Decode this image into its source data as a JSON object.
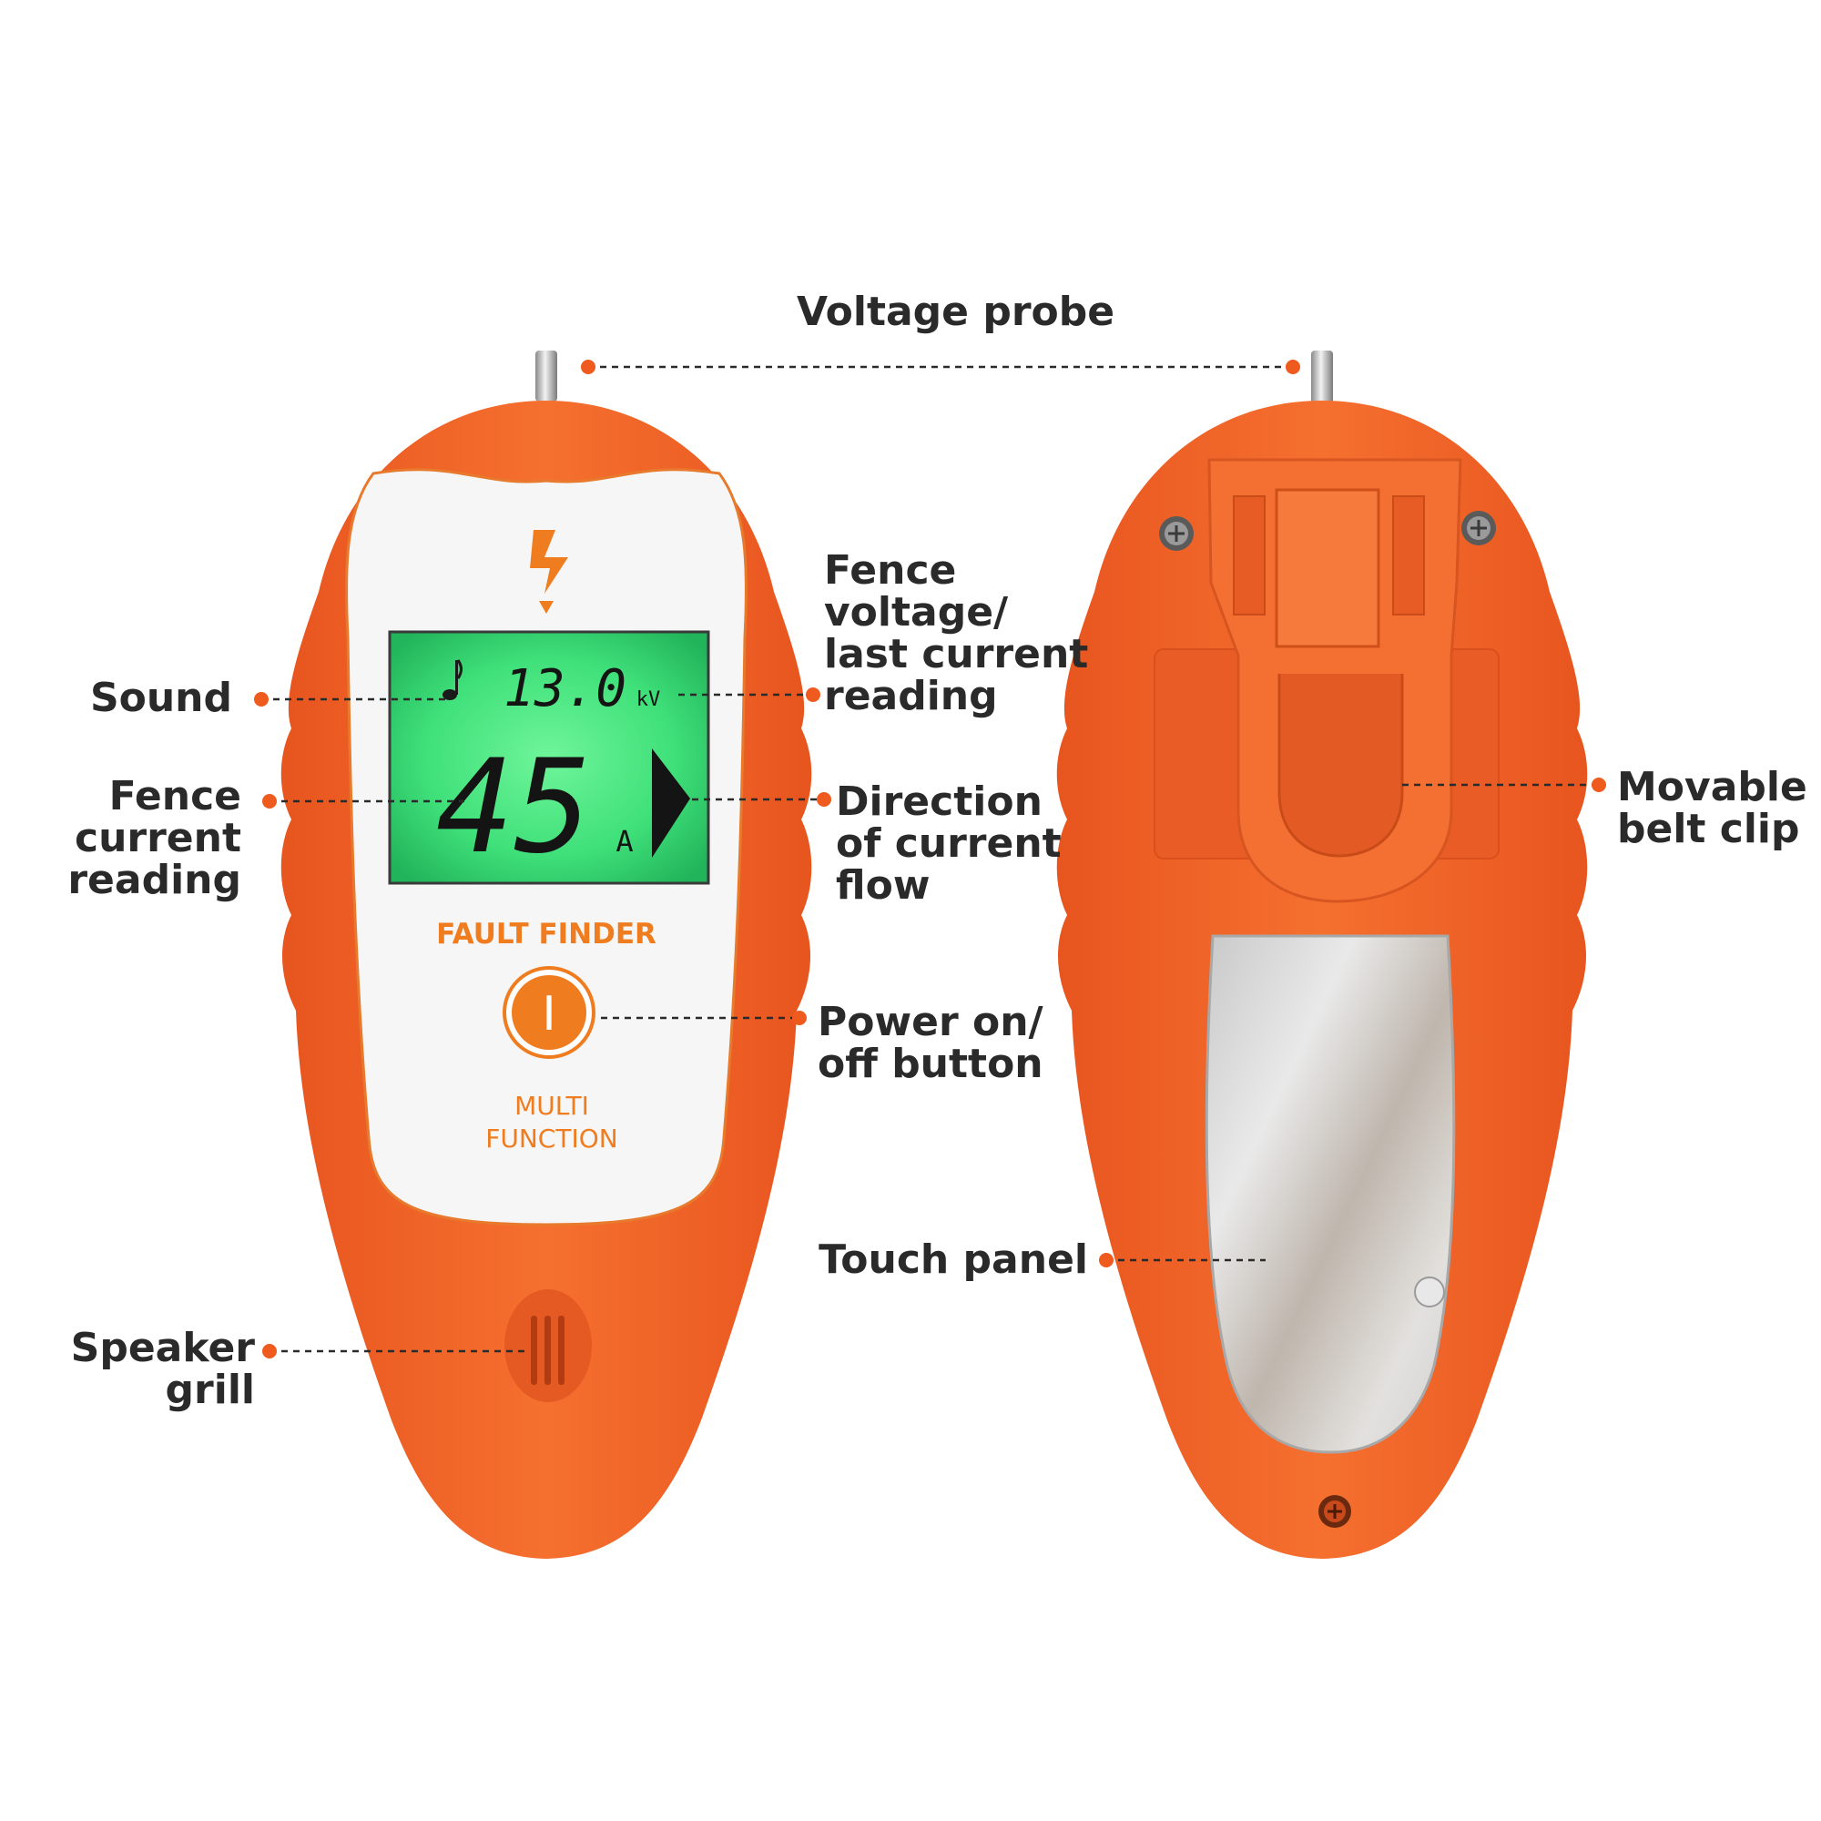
{
  "device": {
    "brand_text": "FAULT FINDER",
    "mode_text": [
      "MULTI",
      "FUNCTION"
    ],
    "power_symbol": "I"
  },
  "lcd": {
    "top_value": "13.0",
    "top_unit": "kV",
    "main_value": "45",
    "main_unit": "A",
    "sound_icon": "music-note-icon",
    "direction_icon": "right-triangle-icon"
  },
  "callouts": {
    "voltage_probe": [
      "Voltage probe"
    ],
    "sound": [
      "Sound"
    ],
    "fence_voltage": [
      "Fence",
      "voltage/",
      "last current",
      "reading"
    ],
    "fence_current": [
      "Fence",
      "current",
      "reading"
    ],
    "direction": [
      "Direction",
      "of current",
      "flow"
    ],
    "power_button": [
      "Power on/",
      "off button"
    ],
    "speaker_grill": [
      "Speaker",
      "grill"
    ],
    "movable_belt_clip": [
      "Movable",
      "belt clip"
    ],
    "touch_panel": [
      "Touch panel"
    ]
  },
  "colors": {
    "body_orange": "#f0652c",
    "accent_orange": "#ef7d20",
    "lcd_green": "#3fe07a",
    "label_text": "#2a2a2a",
    "dot": "#ef5b1f"
  }
}
